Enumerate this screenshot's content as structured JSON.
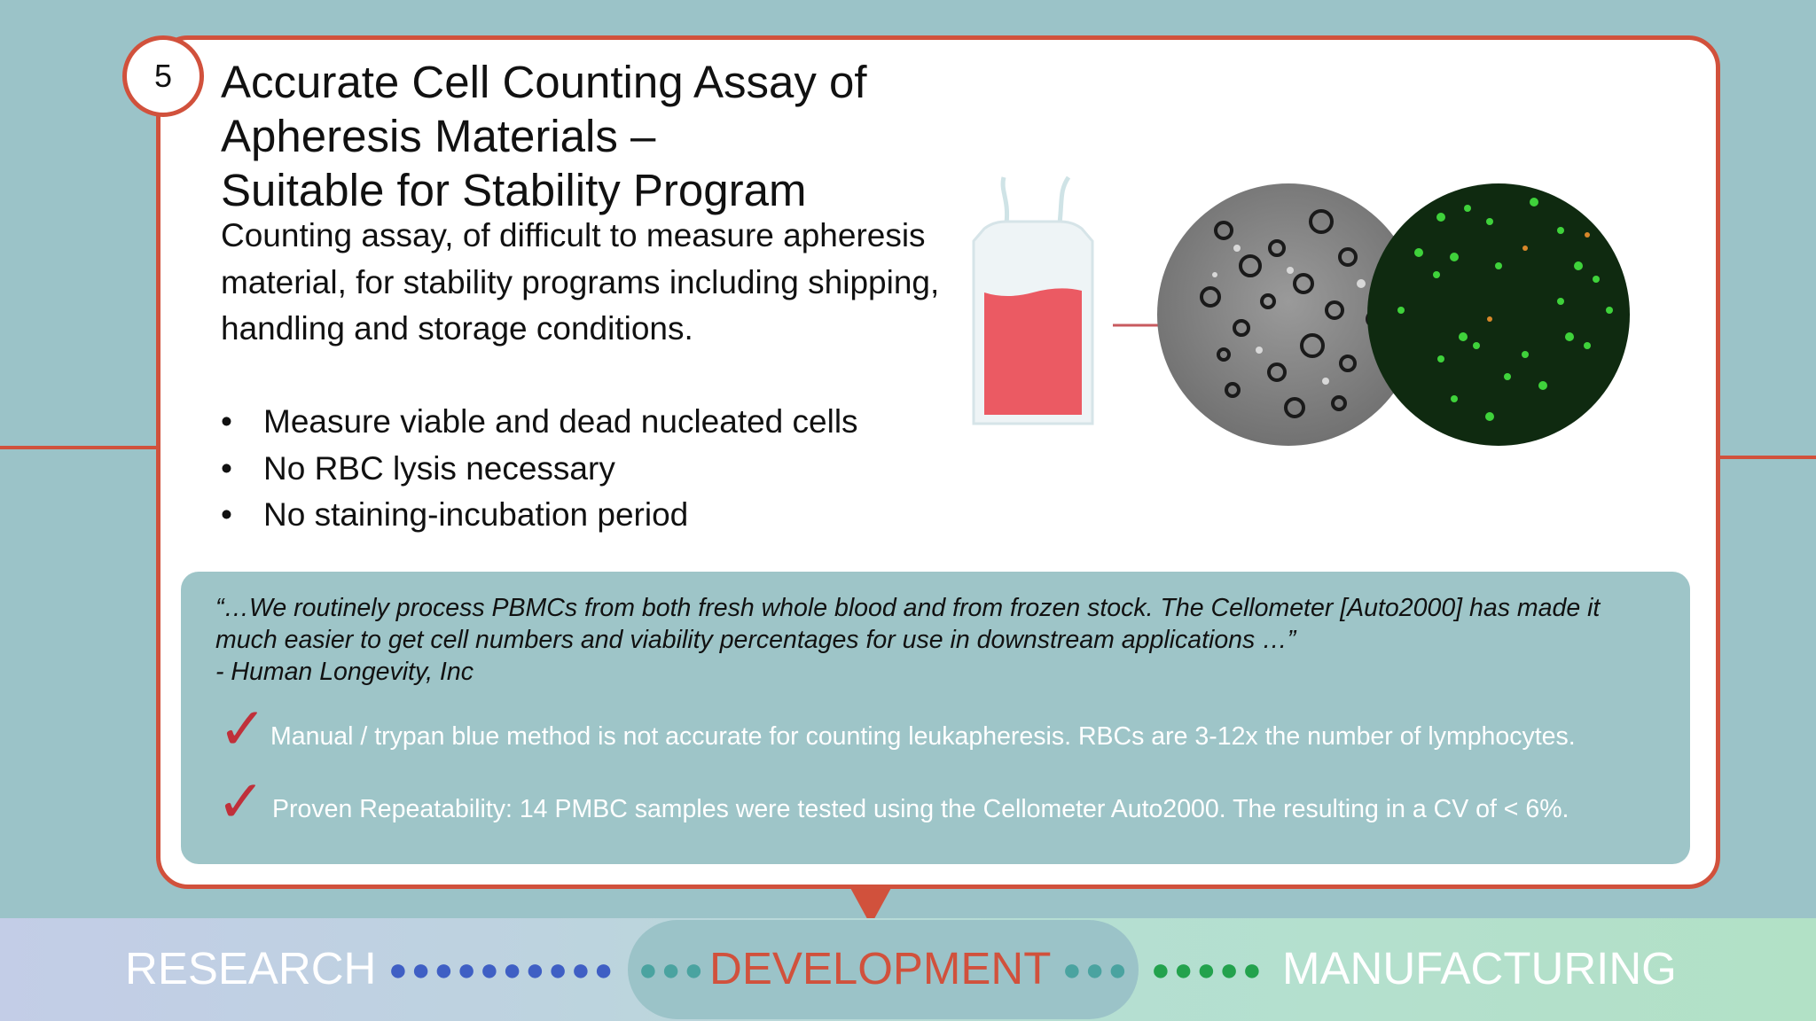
{
  "slide": {
    "number": "5",
    "title": "Accurate Cell Counting Assay of\nApheresis Materials –\nSuitable for Stability Program",
    "description": "Counting assay, of difficult to measure apheresis material, for stability programs including shipping, handling and storage conditions.",
    "bullets": [
      "Measure viable and dead nucleated cells",
      "No RBC lysis necessary",
      "No staining-incubation period"
    ]
  },
  "testimonial": {
    "quote": "“…We routinely process PBMCs from both fresh whole blood and from frozen stock. The Cellometer [Auto2000] has made it much easier to get cell numbers and viability percentages for use in downstream applications …”",
    "attribution": "- Human Longevity, Inc"
  },
  "checkpoints": [
    "Manual / trypan blue method is not accurate for counting leukapheresis. RBCs are 3-12x the number of lymphocytes.",
    "Proven Repeatability: 14 PMBC samples were tested using the Cellometer Auto2000. The resulting in a CV of < 6%."
  ],
  "pipeline": {
    "stages": [
      "RESEARCH",
      "DEVELOPMENT",
      "MANUFACTURING"
    ],
    "active": "DEVELOPMENT",
    "dots_research": "●●●●●●●●●●",
    "dots_dev_left": "●●●",
    "dots_dev_right": "●●●",
    "dots_manufacturing": "●●●●●"
  },
  "colors": {
    "background": "#9bc3c8",
    "accent": "#d1513c",
    "check": "#c0303a",
    "research_dots": "#3f5fc4",
    "development_dots": "#4aa3a0",
    "manufacturing_dots": "#23a24d"
  },
  "icons": [
    "blood-bag-icon",
    "arrow-right-icon",
    "brightfield-cell-image",
    "fluorescent-cell-image",
    "checkmark-icon"
  ]
}
